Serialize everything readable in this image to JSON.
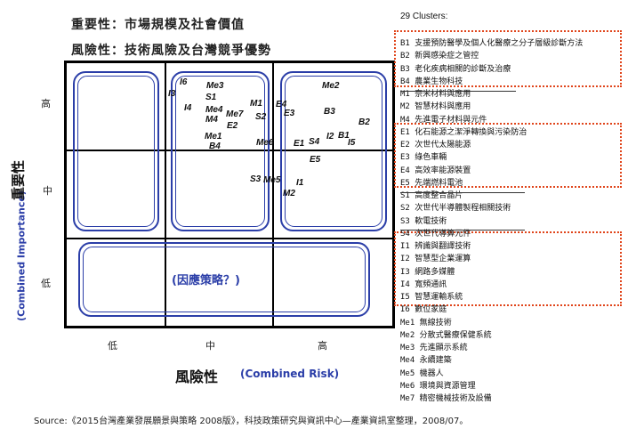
{
  "header": {
    "line1": "重要性：市場規模及社會價值",
    "line2": "風險性：技術風險及台灣競爭優勢"
  },
  "axes": {
    "y_ticks": [
      "高",
      "中",
      "低"
    ],
    "x_ticks": [
      "低",
      "中",
      "高"
    ],
    "y_title_zh": "重要性",
    "y_title_en": "(Combined Importance)",
    "x_title_zh": "風險性",
    "x_title_en": "(Combined Risk)"
  },
  "quadrant_note": "(因應策略？)",
  "codes": [
    "I6",
    "I3",
    "Me3",
    "S1",
    "I4",
    "Me4",
    "M4",
    "Me7",
    "M1",
    "E4",
    "S2",
    "E3",
    "Me2",
    "B3",
    "B2",
    "E1",
    "S4",
    "I2",
    "B1",
    "I5",
    "Me1",
    "B4",
    "E2",
    "Me6",
    "E5",
    "S3",
    "Me5",
    "I1",
    "M2"
  ],
  "legend": {
    "title": "29 Clusters:",
    "items": [
      "B1 支援預防醫學及個人化醫療之分子層級診斷方法",
      "B2 新興感染症之管控",
      "B3 老化疾病相關的診斷及治療",
      "B4 農業生物科技",
      "M1 奈米材料與應用",
      "M2 智慧材料與應用",
      "M4 先進電子材料與元件",
      "E1 化石能源之潔淨轉換與污染防治",
      "E2 次世代太陽能源",
      "E3 綠色車輛",
      "E4 高效率能源裝置",
      "E5 先端燃料電池",
      "S1 高度整合晶片",
      "S2 次世代半導體製程相關技術",
      "S3 軟電技術",
      "S4 次世代導算元件",
      "I1 辨識與翻譯技術",
      "I2 智慧型企業運算",
      "I3 網路多媒體",
      "I4 寬頻通訊",
      "I5 智慧運輸系統",
      "I6 數位家庭",
      "Me1 無線技術",
      "Me2 分散式醫療保健系統",
      "Me3 先進顯示系統",
      "Me4 永續建築",
      "Me5 機器人",
      "Me6 環境與資源管理",
      "Me7 精密機械技術及設備"
    ]
  },
  "source": "Source:《2015台灣產業發展願景與策略 2008版》，科技政策研究與資訊中心—產業資訊室整理，2008/07。",
  "colors": {
    "box": "#2b3ea8",
    "dotted": "#e0441a",
    "axis_title": "#2b3ea8"
  }
}
